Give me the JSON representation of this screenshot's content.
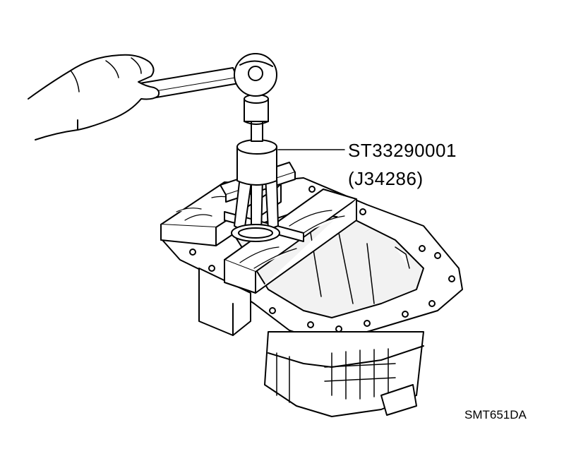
{
  "callout": {
    "tool_number": "ST33290001",
    "tool_alt_number": "(J34286)"
  },
  "figure_code": "SMT651DA",
  "colors": {
    "ink": "#000000",
    "paper": "#ffffff"
  }
}
